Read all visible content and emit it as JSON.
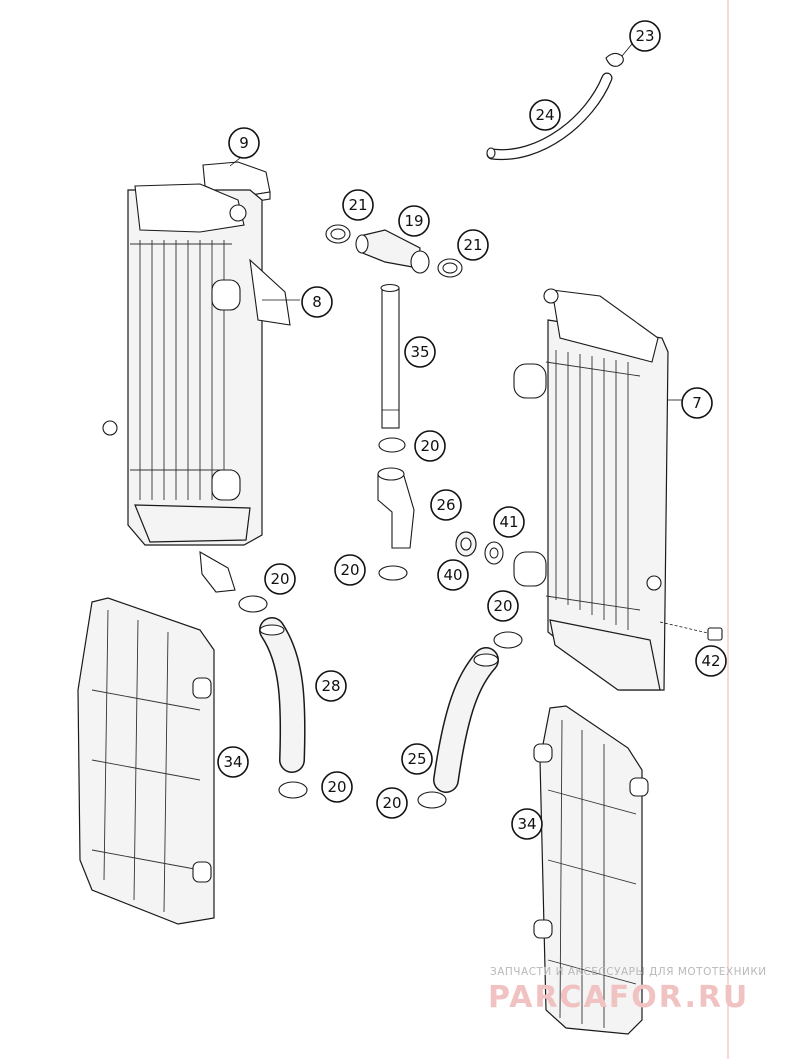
{
  "callouts": {
    "c23": "23",
    "c24": "24",
    "c9": "9",
    "c21a": "21",
    "c19": "19",
    "c21b": "21",
    "c8": "8",
    "c35": "35",
    "c7": "7",
    "c20a": "20",
    "c26": "26",
    "c41": "41",
    "c20b": "20",
    "c40": "40",
    "c20c": "20",
    "c20d": "20",
    "c42": "42",
    "c28": "28",
    "c34a": "34",
    "c25": "25",
    "c20e": "20",
    "c20f": "20",
    "c34b": "34"
  },
  "watermark": {
    "caption": "ЗАПЧАСТИ И АКСЕССУАРЫ ДЛЯ МОТОТЕХНИКИ",
    "brand": "PARCAFOR.RU"
  },
  "colors": {
    "line": "#1a1a1a",
    "watermark_red": "#f0c2c2",
    "margin_line": "#f2b0b0"
  }
}
